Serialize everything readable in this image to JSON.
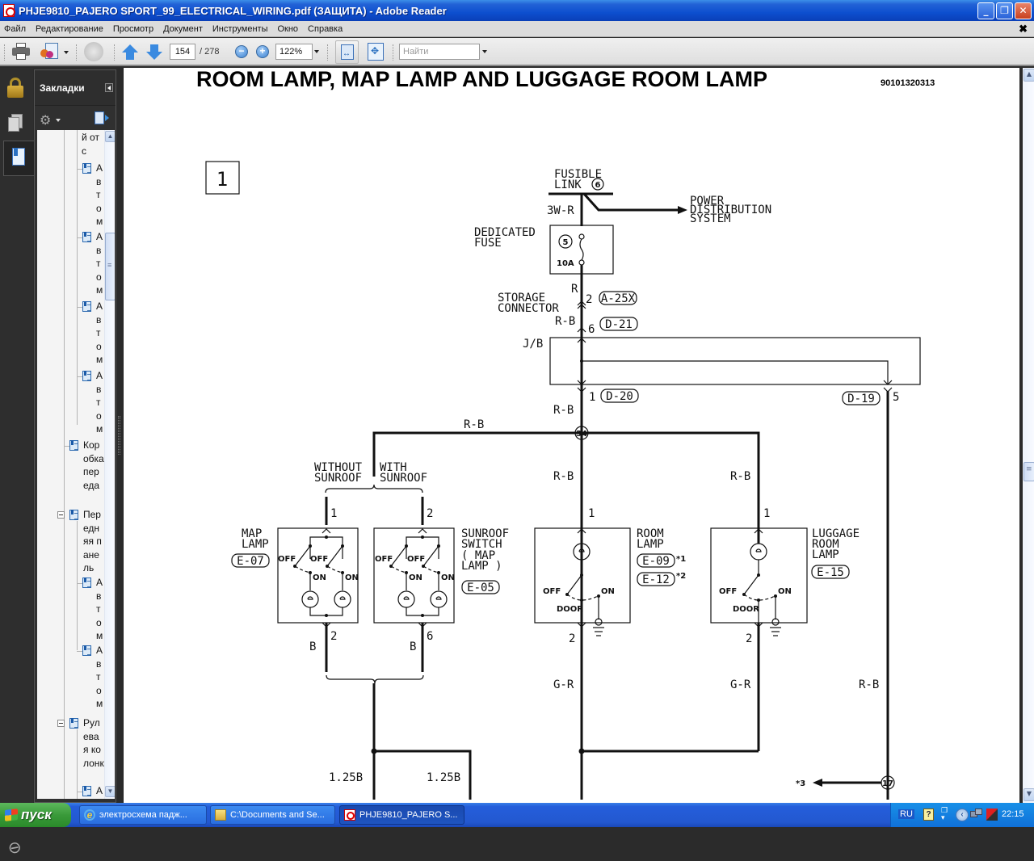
{
  "window": {
    "title": "PHJE9810_PAJERO SPORT_99_ELECTRICAL_WIRING.pdf (ЗАЩИТА) - Adobe Reader",
    "minimize_icon": "minimize-icon",
    "maximize_icon": "restore-icon",
    "close_icon": "close-icon"
  },
  "menu": {
    "items": [
      "Файл",
      "Редактирование",
      "Просмотр",
      "Документ",
      "Инструменты",
      "Окно",
      "Справка"
    ],
    "close_document_glyph": "✖"
  },
  "toolbar": {
    "page_current": "154",
    "page_total": "/ 278",
    "zoom_value": "122%",
    "zoom_out_glyph": "−",
    "zoom_in_glyph": "+",
    "search_placeholder": "Найти"
  },
  "bookmarks": {
    "title": "Закладки",
    "items": [
      {
        "text": "й отс",
        "level": 3
      },
      {
        "text": "Автом",
        "level": 3
      },
      {
        "text": "Автом",
        "level": 3
      },
      {
        "text": "Автом",
        "level": 3
      },
      {
        "text": "Автом",
        "level": 3
      },
      {
        "text": "Коробка переда",
        "level": 2
      },
      {
        "text": "Передняя панель",
        "level": 2,
        "expanded": true
      },
      {
        "text": "Автом",
        "level": 3
      },
      {
        "text": "Автом",
        "level": 3
      },
      {
        "text": "Рулевая колонк",
        "level": 2,
        "expanded": true
      },
      {
        "text": "А",
        "level": 3
      }
    ]
  },
  "document": {
    "title": "ROOM LAMP, MAP LAMP AND LUGGAGE ROOM LAMP",
    "doc_code": "90101320313",
    "page_box_number": "1",
    "labels": {
      "fusible_link": [
        "FUSIBLE",
        "LINK"
      ],
      "fusible_link_num": "6",
      "wire_3wr": "3W-R",
      "power_dist": [
        "POWER",
        "DISTRIBUTION",
        "SYSTEM"
      ],
      "dedicated_fuse": [
        "DEDICATED",
        "FUSE"
      ],
      "fuse_num": "5",
      "fuse_rating": "10A",
      "wire_r": "R",
      "storage_connector": [
        "STORAGE",
        "CONNECTOR"
      ],
      "pin_2_top": "2",
      "conn_a25x": "A-25X",
      "wire_rb_1": "R-B",
      "pin_6": "6",
      "conn_d21": "D-21",
      "jb": "J/B",
      "pin_1_jb": "1",
      "conn_d20": "D-20",
      "conn_d19": "D-19",
      "pin_5": "5",
      "wire_rb_2": "R-B",
      "wire_rb_3": "R-B",
      "splice_34": "34",
      "without_sunroof": [
        "WITHOUT",
        "SUNROOF"
      ],
      "with_sunroof": [
        "WITH",
        "SUNROOF"
      ],
      "wire_rb_room": "R-B",
      "wire_rb_luggage": "R-B",
      "map_lamp": [
        "MAP",
        "LAMP"
      ],
      "conn_e07": "E-07",
      "sunroof_switch": [
        "SUNROOF",
        "SWITCH",
        "( MAP",
        "LAMP )"
      ],
      "conn_e05": "E-05",
      "room_lamp": [
        "ROOM",
        "LAMP"
      ],
      "conn_e09": "E-09",
      "conn_e12": "E-12",
      "note_1": "*1",
      "note_2": "*2",
      "luggage_lamp": [
        "LUGGAGE",
        "ROOM",
        "LAMP"
      ],
      "conn_e15": "E-15",
      "off": "OFF",
      "on": "ON",
      "door": "DOOR",
      "pin_map_in": "1",
      "pin_sun_in": "2",
      "pin_map_out": "2",
      "pin_sun_out": "6",
      "pin_room_in": "1",
      "pin_room_out": "2",
      "pin_lug_in": "1",
      "pin_lug_out": "2",
      "wire_b": "B",
      "wire_gr": "G-R",
      "wire_rb_right": "R-B",
      "wire_125b": "1.25B",
      "note_3": "*3",
      "splice_17": "17"
    }
  },
  "taskbar": {
    "start_label": "пуск",
    "tasks": [
      {
        "label": "электросхема падж...",
        "icon": "ie-icon"
      },
      {
        "label": "C:\\Documents and Se...",
        "icon": "folder-icon"
      },
      {
        "label": "PHJE9810_PAJERO S...",
        "icon": "pdf-icon",
        "active": true
      }
    ],
    "language": "RU",
    "help_glyph": "?",
    "expand_glyph": "‹",
    "clock": "22:15"
  }
}
